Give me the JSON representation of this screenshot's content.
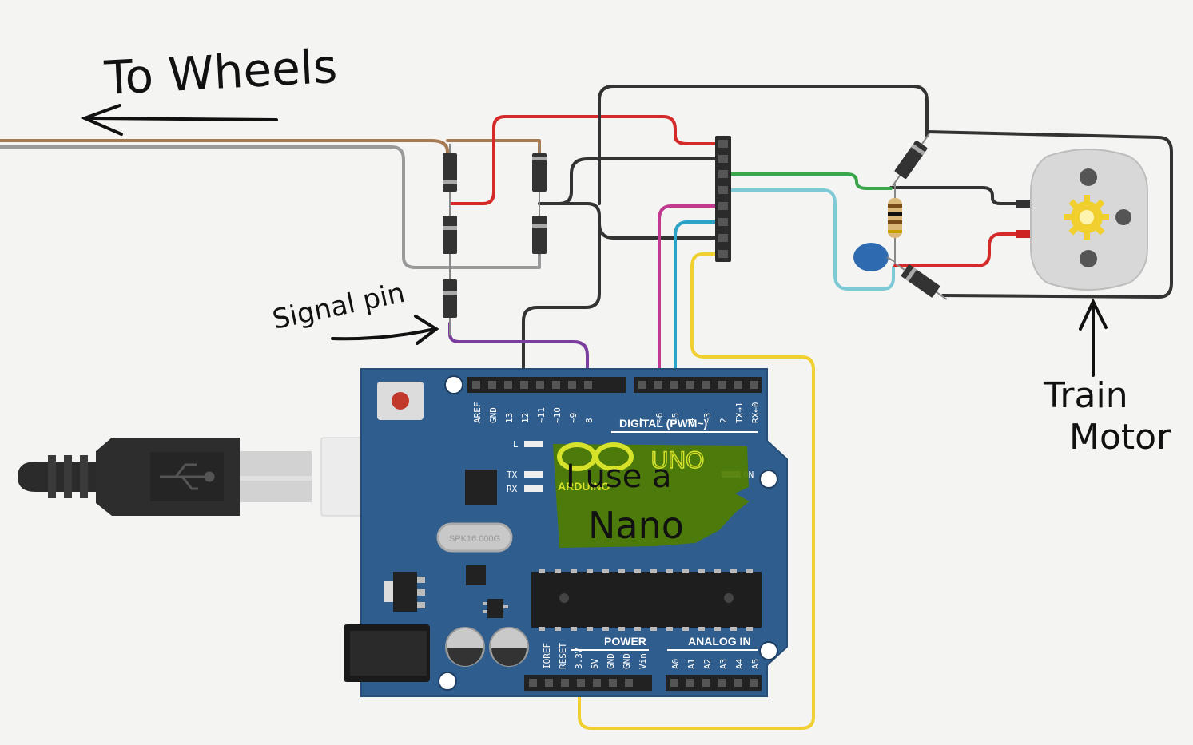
{
  "annotations": {
    "to_wheels": "To Wheels",
    "signal_pin": "Signal pin",
    "train_motor_line1": "Train",
    "train_motor_line2": "Motor",
    "use_nano_line1": "I use a",
    "use_nano_line2": "Nano"
  },
  "board": {
    "digital_header": "DIGITAL (PWM~)",
    "power_header": "POWER",
    "analog_header": "ANALOG IN",
    "uno_logo": "UNO",
    "arduino_text": "ARDUINO",
    "crystal": "SPK16.000G",
    "led_l": "L",
    "led_tx": "TX",
    "led_rx": "RX",
    "led_on": "ON",
    "top_pins": [
      "AREF",
      "GND",
      "13",
      "12",
      "~11",
      "~10",
      "~9",
      "8",
      "7",
      "~6",
      "~5",
      "4",
      "~3",
      "2",
      "TX→1",
      "RX←0"
    ],
    "bottom_power_pins": [
      "IOREF",
      "RESET",
      "3.3V",
      "5V",
      "GND",
      "GND",
      "Vin"
    ],
    "bottom_analog_pins": [
      "A0",
      "A1",
      "A2",
      "A3",
      "A4",
      "A5"
    ]
  },
  "colors": {
    "board_blue": "#2f5d8d",
    "wire_red": "#d42a2a",
    "wire_black": "#333333",
    "wire_green": "#3aa64a",
    "wire_cyan": "#2ba3c7",
    "wire_magenta": "#c23a8f",
    "wire_yellow": "#f0d030",
    "wire_purple": "#7b3d9e",
    "wire_brown": "#a87a52",
    "wire_gray": "#9a9a9a",
    "highlighter": "#4f7d00"
  }
}
